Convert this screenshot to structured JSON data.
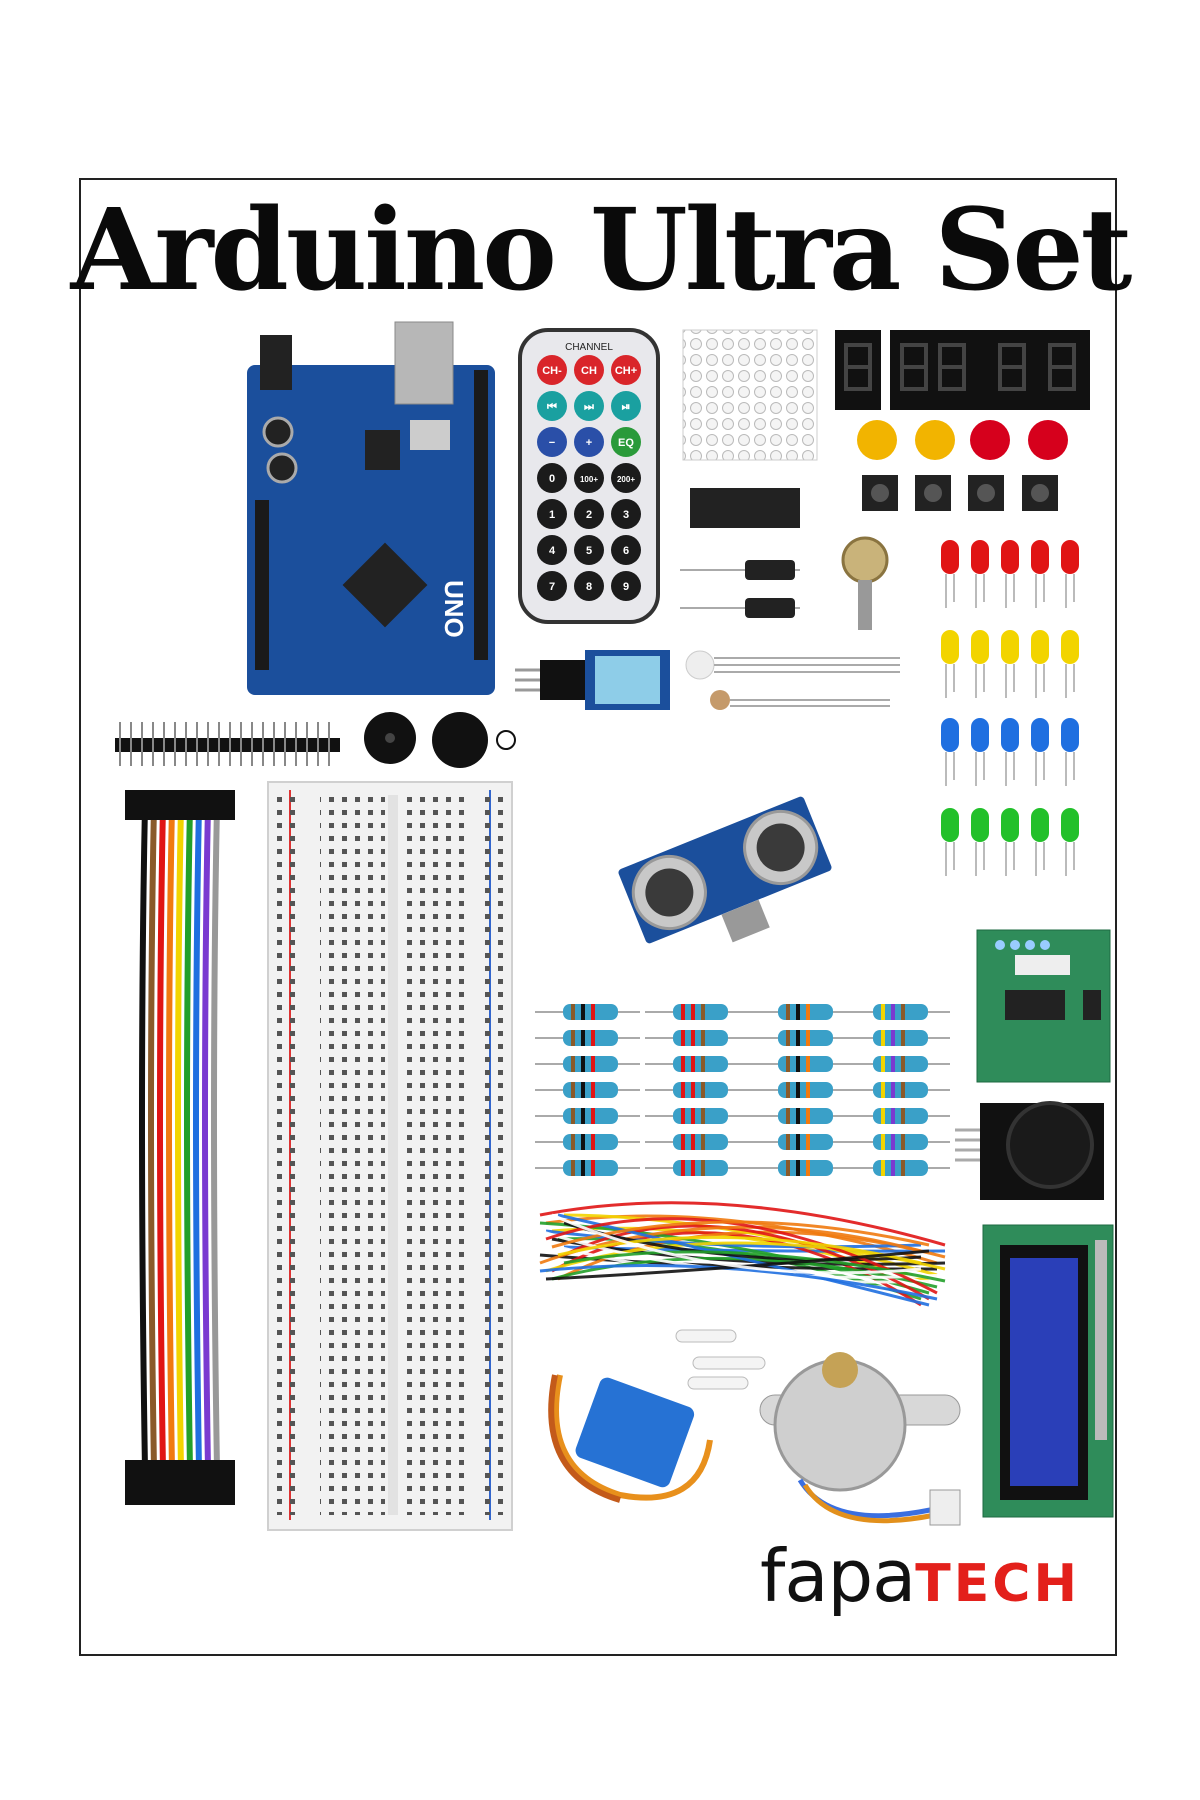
{
  "title": "Arduino Ultra Set",
  "board": {
    "label": "UNO"
  },
  "remote": {
    "channel_label": "CHANNEL",
    "keys": [
      "CH-",
      "CH",
      "CH+",
      "⏮",
      "⏭",
      "⏯",
      "−",
      "+",
      "EQ",
      "0",
      "100+",
      "200+",
      "1",
      "2",
      "3",
      "4",
      "5",
      "6",
      "7",
      "8",
      "9"
    ]
  },
  "logo": {
    "part1": "fapa",
    "part2": "TECH"
  },
  "colors": {
    "brand_red": "#e3201b",
    "pcb_blue": "#1b4f9c",
    "text": "#0a0a0a"
  }
}
